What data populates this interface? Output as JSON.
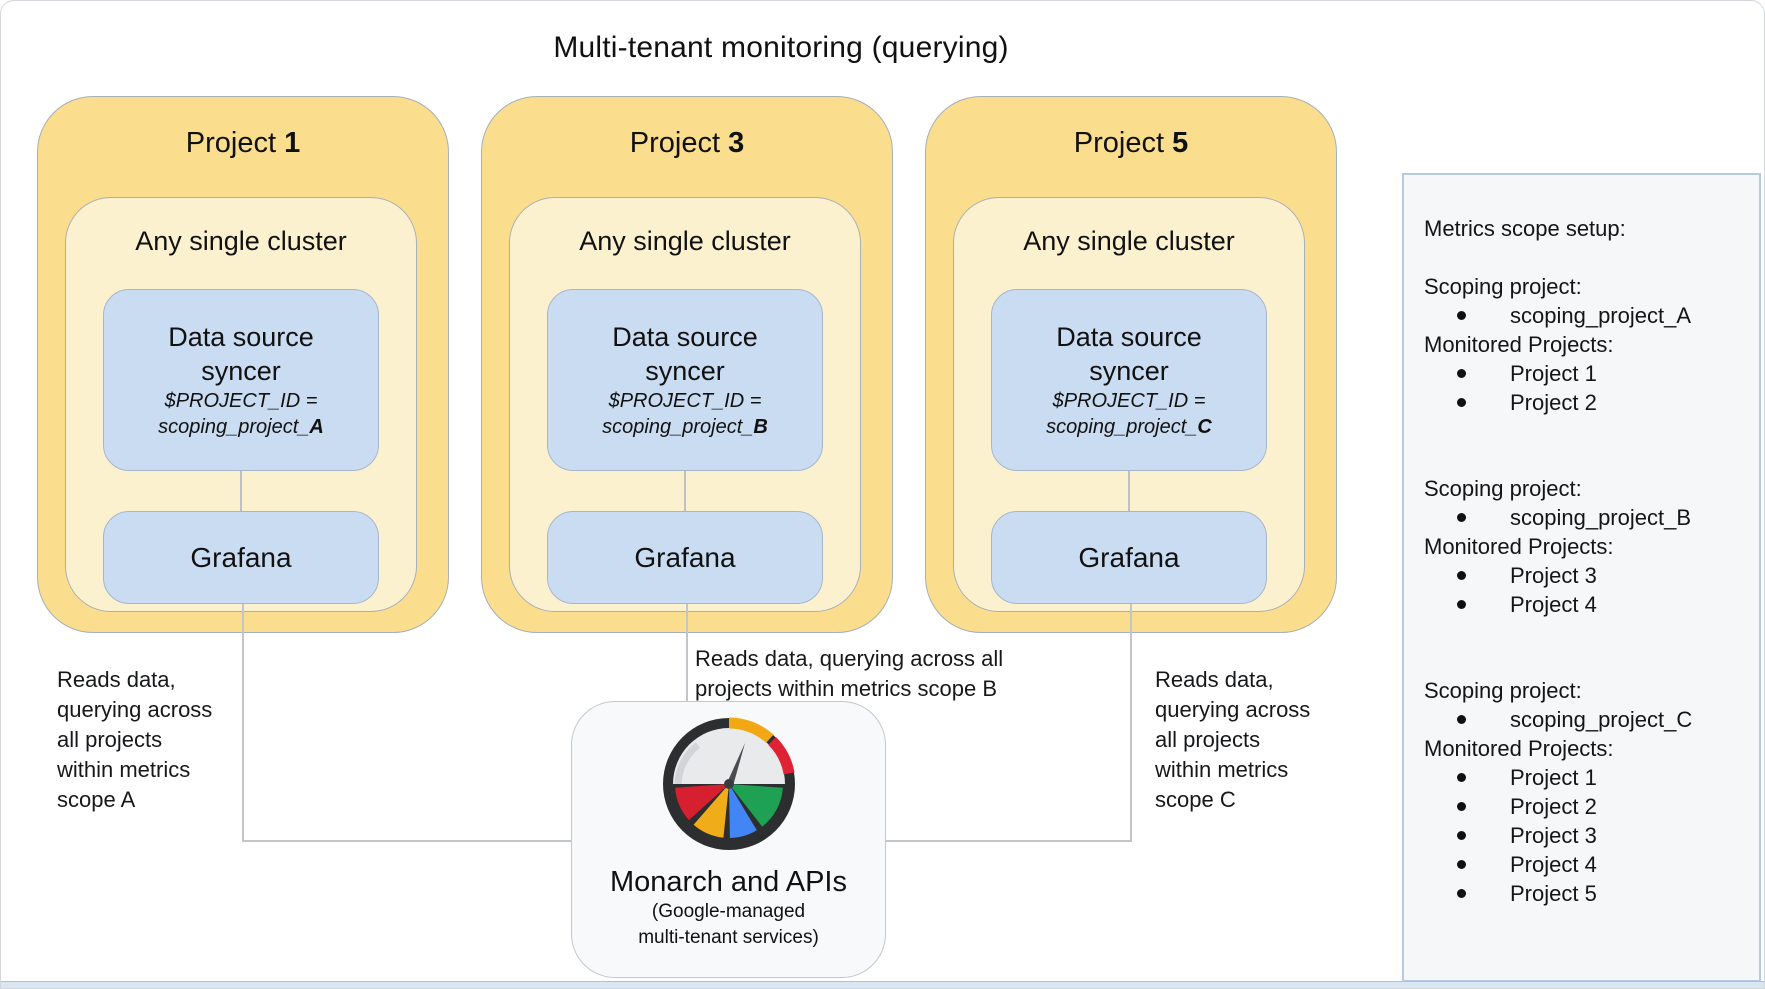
{
  "title": "Multi-tenant monitoring (querying)",
  "projects": [
    {
      "title_prefix": "Project ",
      "number": "1",
      "cluster_label": "Any single cluster",
      "syncer_line1": "Data source",
      "syncer_line2": "syncer",
      "syncer_var_line": "$PROJECT_ID =",
      "syncer_value_prefix": "scoping_project_",
      "syncer_value_suffix": "A",
      "grafana_label": "Grafana"
    },
    {
      "title_prefix": "Project ",
      "number": "3",
      "cluster_label": "Any single cluster",
      "syncer_line1": "Data source",
      "syncer_line2": "syncer",
      "syncer_var_line": "$PROJECT_ID =",
      "syncer_value_prefix": "scoping_project_",
      "syncer_value_suffix": "B",
      "grafana_label": "Grafana"
    },
    {
      "title_prefix": "Project ",
      "number": "5",
      "cluster_label": "Any single cluster",
      "syncer_line1": "Data source",
      "syncer_line2": "syncer",
      "syncer_var_line": "$PROJECT_ID =",
      "syncer_value_prefix": "scoping_project_",
      "syncer_value_suffix": "C",
      "grafana_label": "Grafana"
    }
  ],
  "edge_labels": {
    "left": {
      "lines": [
        "Reads data,",
        "querying across",
        "all projects",
        "within metrics",
        "scope A"
      ]
    },
    "middle": {
      "lines": [
        "Reads data, querying across all",
        "projects within metrics scope B"
      ]
    },
    "right": {
      "lines": [
        "Reads data,",
        "querying across",
        "all projects",
        "within metrics",
        "scope C"
      ]
    }
  },
  "monarch": {
    "title": "Monarch and APIs",
    "subtitle_line1": "(Google-managed",
    "subtitle_line2": "multi-tenant services)",
    "icon": "cloud-monitoring-gauge-icon"
  },
  "panel": {
    "title": "Metrics scope setup:",
    "groups": [
      {
        "scoping_label": "Scoping project:",
        "scoping_project": "scoping_project_A",
        "monitored_label": "Monitored Projects:",
        "monitored_projects": [
          "Project 1",
          "Project 2"
        ]
      },
      {
        "scoping_label": "Scoping project:",
        "scoping_project": "scoping_project_B",
        "monitored_label": "Monitored Projects:",
        "monitored_projects": [
          "Project 3",
          "Project 4"
        ]
      },
      {
        "scoping_label": "Scoping project:",
        "scoping_project": "scoping_project_C",
        "monitored_label": "Monitored Projects:",
        "monitored_projects": [
          "Project 1",
          "Project 2",
          "Project 3",
          "Project 4",
          "Project 5"
        ]
      }
    ]
  },
  "colors": {
    "project_fill": "#FADE8D",
    "cluster_fill": "#FCF1CF",
    "component_fill": "#C9DCF1",
    "box_border": "#A9AFB8",
    "connector": "#C2C6CB",
    "monarch_fill": "#F7F9FB",
    "panel_fill": "#F5F7F9",
    "panel_border": "#B7CAE2",
    "icon_ring": "#2C2E30",
    "icon_face": "#E9EAEC",
    "icon_red": "#D6202F",
    "icon_yellow": "#F1AC19",
    "icon_blue": "#4285F4",
    "icon_green": "#1FA154"
  }
}
